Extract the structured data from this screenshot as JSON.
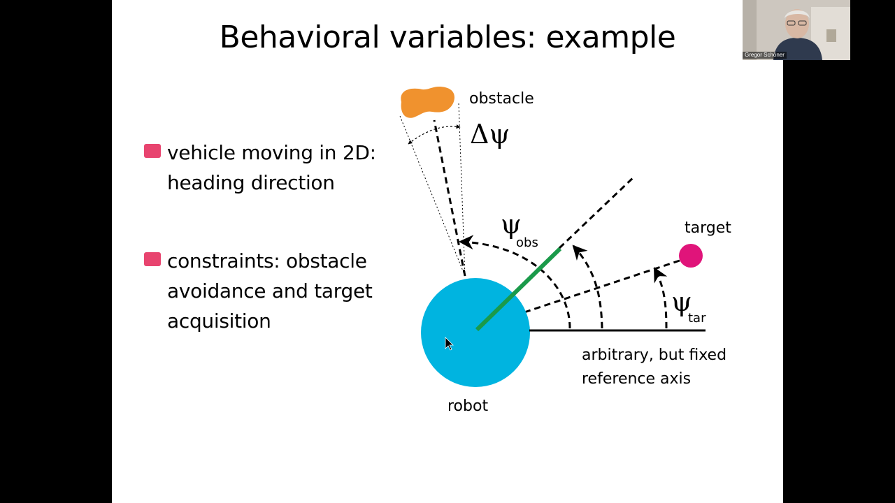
{
  "slide": {
    "title": "Behavioral variables: example",
    "bullets": [
      {
        "text": "vehicle moving in 2D: heading direction"
      },
      {
        "text": "constraints: obstacle avoidance and target acquisition"
      }
    ]
  },
  "diagram": {
    "labels": {
      "obstacle": "obstacle",
      "delta_psi": "Δψ",
      "psi_obs": "ψ",
      "psi_obs_sub": "obs",
      "target": "target",
      "psi_tar": "ψ",
      "psi_tar_sub": "tar",
      "axis_line1": "arbitrary, but fixed",
      "axis_line2": "reference axis",
      "robot": "robot"
    },
    "colors": {
      "robot": "#00b4e0",
      "heading": "#1a9a4a",
      "obstacle": "#f0922e",
      "target": "#e0147a",
      "bullet_marker": "#e8446f"
    }
  },
  "webcam": {
    "name": "Gregor Schöner"
  }
}
